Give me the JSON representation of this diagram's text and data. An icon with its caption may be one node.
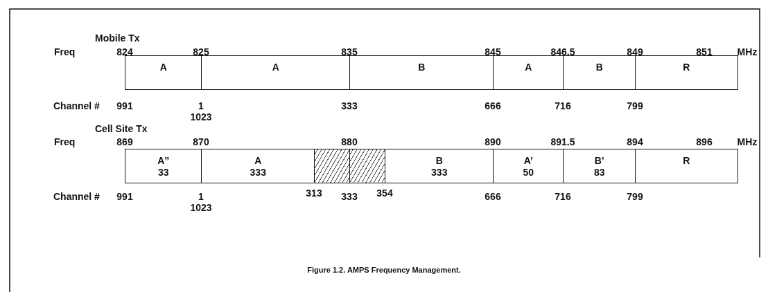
{
  "diagram": {
    "caption": "Figure 1.2. AMPS Frequency Management.",
    "nodes": [
      {
        "text": [
          "A"
        ]
      },
      {
        "text": [
          "A"
        ]
      },
      {
        "text": [
          "B"
        ]
      },
      {
        "text": [
          "A"
        ]
      },
      {
        "text": [
          "B"
        ]
      },
      {
        "text": [
          "R"
        ]
      },
      {
        "text": [
          "A”",
          "33"
        ]
      },
      {
        "text": [
          "A",
          "333"
        ]
      },
      {
        "text": [],
        "shape": "box"
      },
      {
        "text": [],
        "shape": "box"
      },
      {
        "text": [
          "B",
          "333"
        ]
      },
      {
        "text": [
          "A’",
          "50"
        ]
      },
      {
        "text": [
          "B’",
          "83"
        ]
      },
      {
        "text": [
          "R"
        ]
      }
    ],
    "labels": [
      "Mobile Tx",
      "Freq",
      "824",
      "825",
      "835",
      "845",
      "846.5",
      "849",
      "851",
      "MHz",
      "Channel #",
      "991",
      "1",
      "333",
      "666",
      "716",
      "799",
      "1023",
      "Cell Site Tx",
      "Freq",
      "869",
      "870",
      "880",
      "890",
      "891.5",
      "894",
      "896",
      "MHz",
      "Channel #",
      "991",
      "1",
      "313",
      "333",
      "354",
      "666",
      "716",
      "799",
      "1023"
    ]
  }
}
